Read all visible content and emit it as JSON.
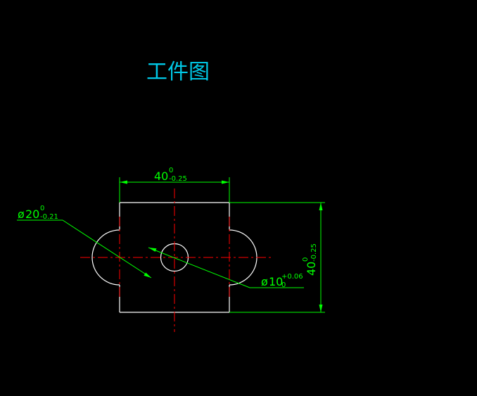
{
  "title": "工件图",
  "colors": {
    "background": "#000000",
    "outline": "#ffffff",
    "centerline": "#ff0000",
    "dimension": "#00ff00",
    "title": "#00c8e6"
  },
  "dimensions": {
    "width": {
      "base": "40",
      "upper": "0",
      "lower": "-0.25"
    },
    "height": {
      "base": "40",
      "upper": "0",
      "lower": "-0.25"
    },
    "slot_diameter": {
      "symbol": "ø",
      "base": "20",
      "upper": "0",
      "lower": "-0.21"
    },
    "hole_diameter": {
      "symbol": "ø",
      "base": "10",
      "upper": "+0.06",
      "lower": "0"
    }
  }
}
